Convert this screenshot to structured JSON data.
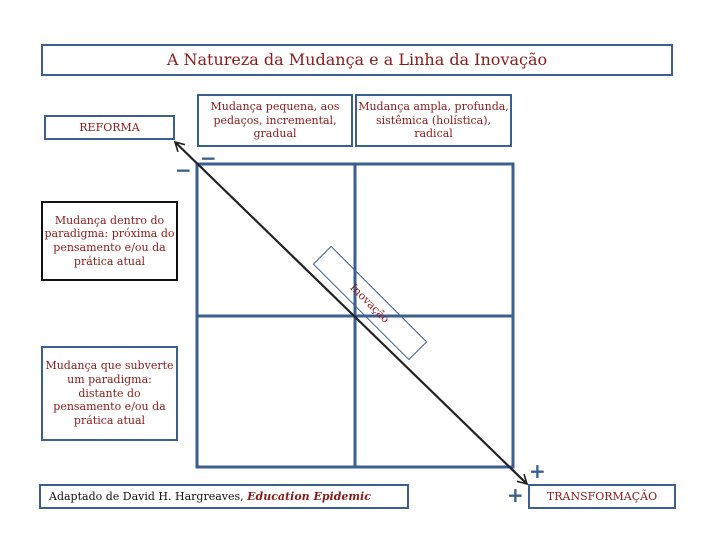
{
  "title": "A Natureza da Mudança e a Linha da Inovação",
  "axis_start_label": "REFORMA",
  "axis_end_label": "TRANSFORMAÇÃO",
  "columns": [
    "Mudança pequena, aos pedaços, incremental, gradual",
    "Mudança ampla, profunda, sistêmica (holística), radical"
  ],
  "rows": [
    "Mudança dentro do paradigma: próxima do pensamento e/ou da prática atual",
    "Mudança que subverte um paradigma: distante do pensamento e/ou da prática atual"
  ],
  "diagonal_label": "Inovação",
  "signs": {
    "minus": "−",
    "plus": "+"
  },
  "credit": {
    "prefix": "Adaptado de David H. Hargreaves, ",
    "work": "Education Epidemic"
  },
  "colors": {
    "text": "#8b1a1a",
    "lines": "#3b5f8f"
  }
}
